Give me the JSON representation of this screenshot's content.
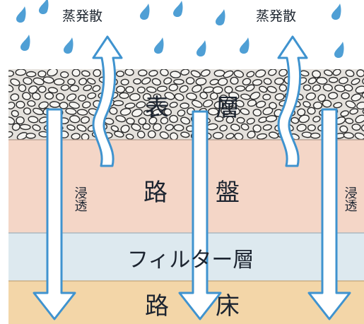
{
  "colors": {
    "background": "#ffffff",
    "rain": "#4f9fd5",
    "surface_layer": "#e4e1dc",
    "surface_pebble": "#2b2b2b",
    "roadbed": "#f4d6c7",
    "filter_layer": "#dde9ef",
    "subgrade": "#f3d6a8",
    "arrow_fill": "#ffffff",
    "arrow_outline": "#3f93cf",
    "text": "#1c2430"
  },
  "labels": {
    "evaporation_left": "蒸発散",
    "evaporation_right": "蒸発散",
    "surface_char1": "表",
    "surface_char2": "層",
    "roadbed_char1": "路",
    "roadbed_char2": "盤",
    "filter_layer": "フィルター層",
    "subgrade_char1": "路",
    "subgrade_char2": "床",
    "infiltration_left": "浸透",
    "infiltration_right": "浸透"
  },
  "icons": {
    "raindrop": "raindrop-icon",
    "down_arrow": "infiltration-arrow",
    "wavy_up_arrow": "evaporation-arrow"
  }
}
